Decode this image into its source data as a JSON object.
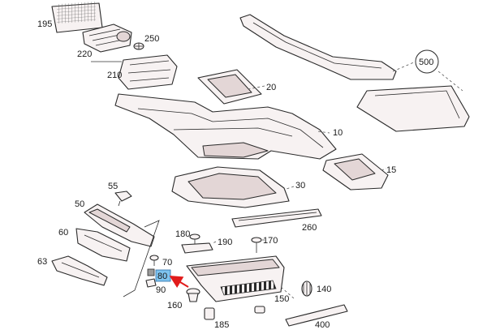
{
  "labels": {
    "p195": "195",
    "p220": "220",
    "p250": "250",
    "p210": "210",
    "p20": "20",
    "p500": "500",
    "p10": "10",
    "p15": "15",
    "p30": "30",
    "p55": "55",
    "p50": "50",
    "p260": "260",
    "p60": "60",
    "p180": "180",
    "p190": "190",
    "p170": "170",
    "p63": "63",
    "p70": "70",
    "p80": "80",
    "p90": "90",
    "p140": "140",
    "p160": "160",
    "p150": "150",
    "p400": "400",
    "p185": "185"
  },
  "colors": {
    "highlight": "#7ec3ef",
    "arrow": "#e11b1b"
  }
}
